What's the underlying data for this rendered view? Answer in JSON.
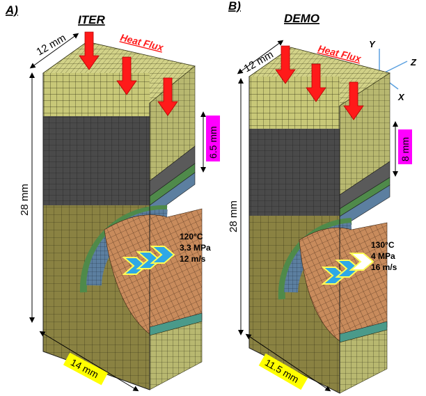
{
  "panels": [
    {
      "letter": "A)",
      "title": "ITER",
      "heat_flux_label": "Heat Flux",
      "width_top": "12 mm",
      "height": "28 mm",
      "armor_thickness": "6.5 mm",
      "width_bottom": "14 mm",
      "coolant": {
        "temperature": "120°C",
        "pressure": "3.3 MPa",
        "velocity": "12 m/s"
      }
    },
    {
      "letter": "B)",
      "title": "DEMO",
      "heat_flux_label": "Heat Flux",
      "width_top": "12 mm",
      "height": "28 mm",
      "armor_thickness": "8 mm",
      "width_bottom": "11.5 mm",
      "coolant": {
        "temperature": "130°C",
        "pressure": "4 MPa",
        "velocity": "16 m/s"
      }
    }
  ],
  "axes": {
    "y": "Y",
    "z": "Z",
    "x": "X"
  },
  "colors": {
    "tungsten_armor": "#c8c878",
    "interlayer_dark": "#4a4a4a",
    "interlayer_green": "#4f8a4a",
    "interlayer_blue": "#5c7fa0",
    "cucrzr_heat_sink": "#c88b5c",
    "steel_support": "#8a8242",
    "heat_flux_arrow": "#ff1a1a",
    "coolant_chevron": "#2ea8e6",
    "dimension_highlight_magenta": "#ff00ff",
    "dimension_highlight_yellow": "#ffff00"
  }
}
